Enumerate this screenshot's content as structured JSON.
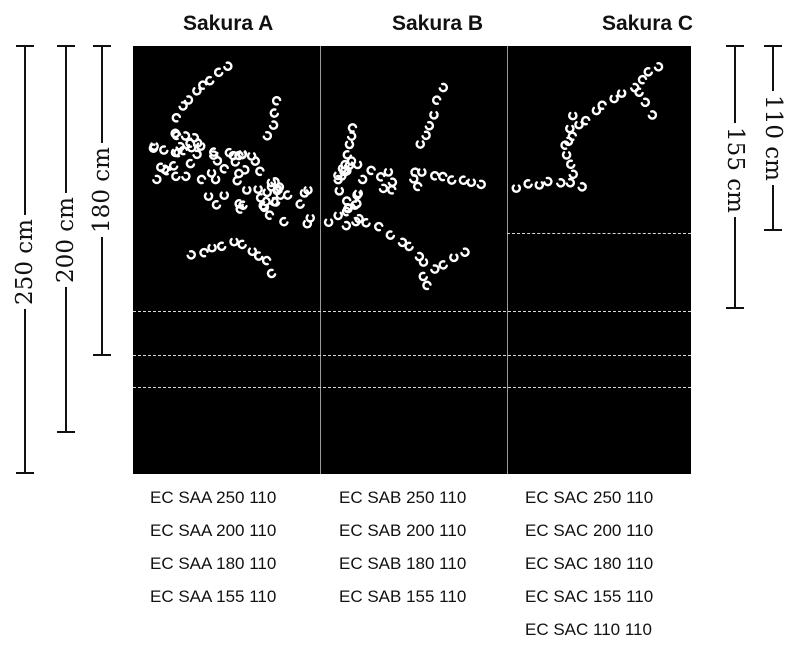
{
  "columns": [
    {
      "title": "Sakura A",
      "codes": [
        "EC SAA 250 110",
        "EC SAA 200 110",
        "EC SAA 180 110",
        "EC SAA 155 110"
      ]
    },
    {
      "title": "Sakura B",
      "codes": [
        "EC SAB 250 110",
        "EC SAB 200 110",
        "EC SAB 180 110",
        "EC SAB 155 110"
      ]
    },
    {
      "title": "Sakura C",
      "codes": [
        "EC SAC 250 110",
        "EC SAC 200 110",
        "EC SAC 180 110",
        "EC SAC 155 110",
        "EC SAC 110 110"
      ]
    }
  ],
  "dimensions": {
    "left": [
      "250 cm",
      "200 cm",
      "180 cm"
    ],
    "right": [
      "155 cm",
      "110 cm"
    ]
  },
  "colors": {
    "panel": "#000000",
    "motif": "#ffffff",
    "cut_line": "#d8d8d8"
  }
}
